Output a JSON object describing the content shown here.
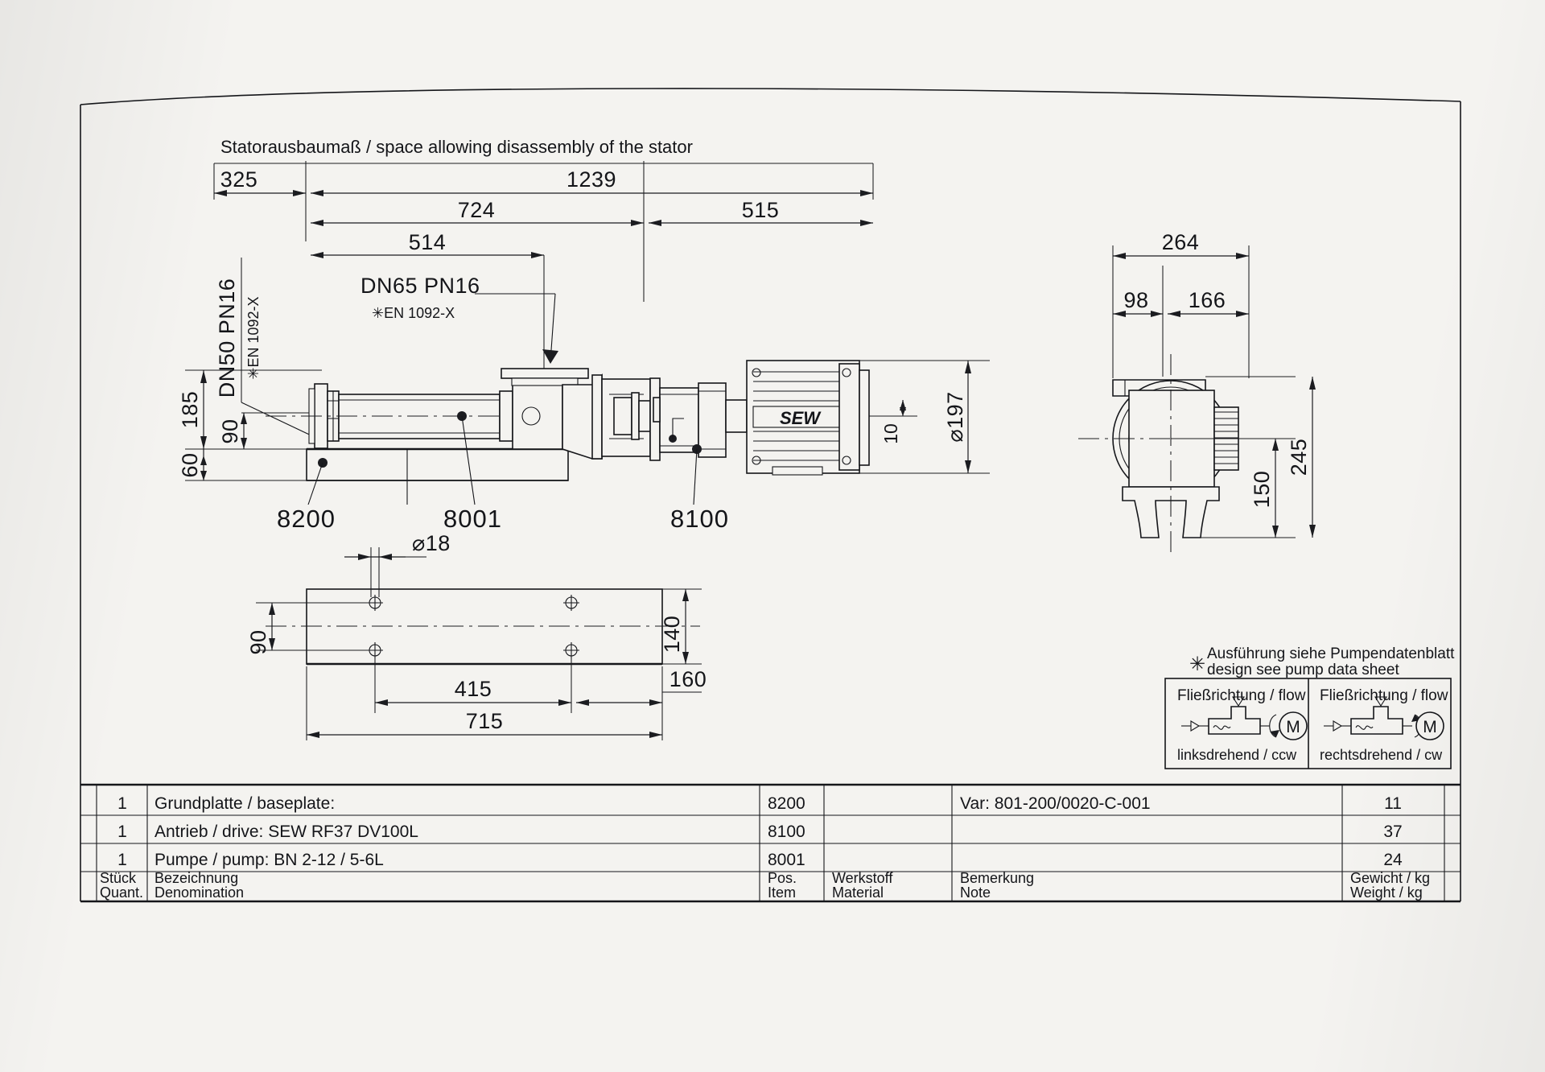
{
  "drawing": {
    "note_stator": "Statorausbaumaß / space allowing disassembly of the stator",
    "flange_inlet": {
      "line1": "DN50 PN16",
      "line2": "✳EN 1092-X"
    },
    "flange_outlet": {
      "line1": "DN65 PN16",
      "line2": "✳EN 1092-X"
    },
    "position_labels": {
      "baseplate": "8200",
      "pump": "8001",
      "drive": "8100"
    },
    "motor_brand": "SEW"
  },
  "dimensions": {
    "main_view": {
      "d_325": "325",
      "d_1239": "1239",
      "d_724": "724",
      "d_514": "514",
      "d_515": "515",
      "d_185": "185",
      "d_90": "90",
      "d_60": "60",
      "d_10": "10",
      "d_dia197": "⌀197"
    },
    "end_view": {
      "d_264": "264",
      "d_98": "98",
      "d_166": "166",
      "d_245": "245",
      "d_150": "150"
    },
    "plan_view": {
      "d_dia18": "⌀18",
      "d_90": "90",
      "d_140": "140",
      "d_415": "415",
      "d_160": "160",
      "d_715": "715"
    }
  },
  "legend": {
    "asterisk": "✳",
    "note_line1": "Ausführung siehe Pumpendatenblatt",
    "note_line2": "design see pump data sheet",
    "left": {
      "header": "Fließrichtung / flow",
      "footer": "linksdrehend / ccw",
      "motor_letter": "M"
    },
    "right": {
      "header": "Fließrichtung / flow",
      "footer": "rechtsdrehend / cw",
      "motor_letter": "M"
    }
  },
  "title_block": {
    "rows": [
      {
        "qty": "1",
        "denomination": "Grundplatte / baseplate:",
        "item": "8200",
        "material": "",
        "note": "Var: 801-200/0020-C-001",
        "weight": "11"
      },
      {
        "qty": "1",
        "denomination": "Antrieb / drive: SEW RF37 DV100L",
        "item": "8100",
        "material": "",
        "note": "",
        "weight": "37"
      },
      {
        "qty": "1",
        "denomination": "Pumpe / pump: BN 2-12 / 5-6L",
        "item": "8001",
        "material": "",
        "note": "",
        "weight": "24"
      }
    ],
    "headers": {
      "qty": {
        "de": "Stück",
        "en": "Quant."
      },
      "denomination": {
        "de": "Bezeichnung",
        "en": "Denomination"
      },
      "item": {
        "de": "Pos.",
        "en": "Item"
      },
      "material": {
        "de": "Werkstoff",
        "en": "Material"
      },
      "note": {
        "de": "Bemerkung",
        "en": "Note"
      },
      "weight": {
        "de": "Gewicht  /  kg",
        "en": "Weight  /  kg"
      }
    }
  }
}
